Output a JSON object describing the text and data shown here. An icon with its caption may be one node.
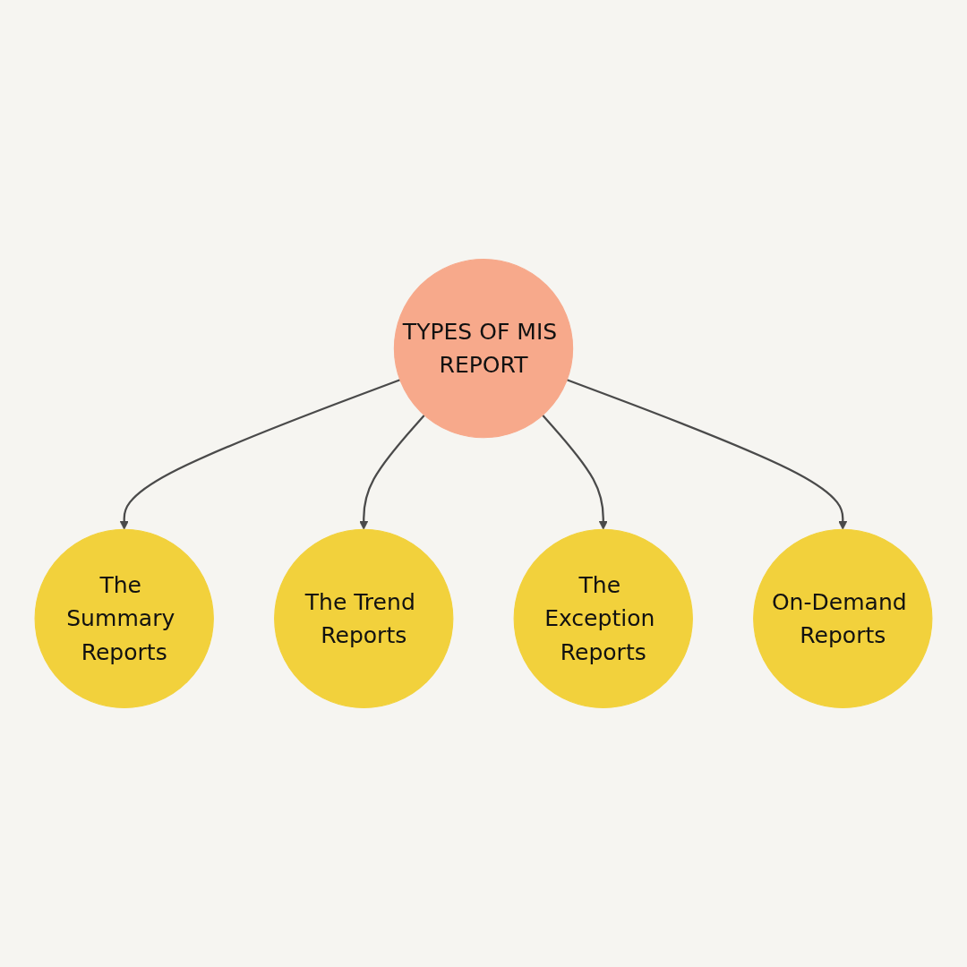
{
  "diagram": {
    "nodes": [
      {
        "text": [
          "TYPES OF MIS REPORT"
        ]
      },
      {
        "text": [
          "The Summary Reports"
        ]
      },
      {
        "text": [
          "The Trend Reports"
        ]
      },
      {
        "text": [
          "The Exception Reports"
        ]
      },
      {
        "text": [
          "On-Demand Reports"
        ]
      }
    ],
    "edges": [
      {
        "from": 0,
        "to": 1,
        "arrow": "to"
      },
      {
        "from": 0,
        "to": 2,
        "arrow": "to"
      },
      {
        "from": 0,
        "to": 3,
        "arrow": "to"
      },
      {
        "from": 0,
        "to": 4,
        "arrow": "to"
      }
    ]
  }
}
